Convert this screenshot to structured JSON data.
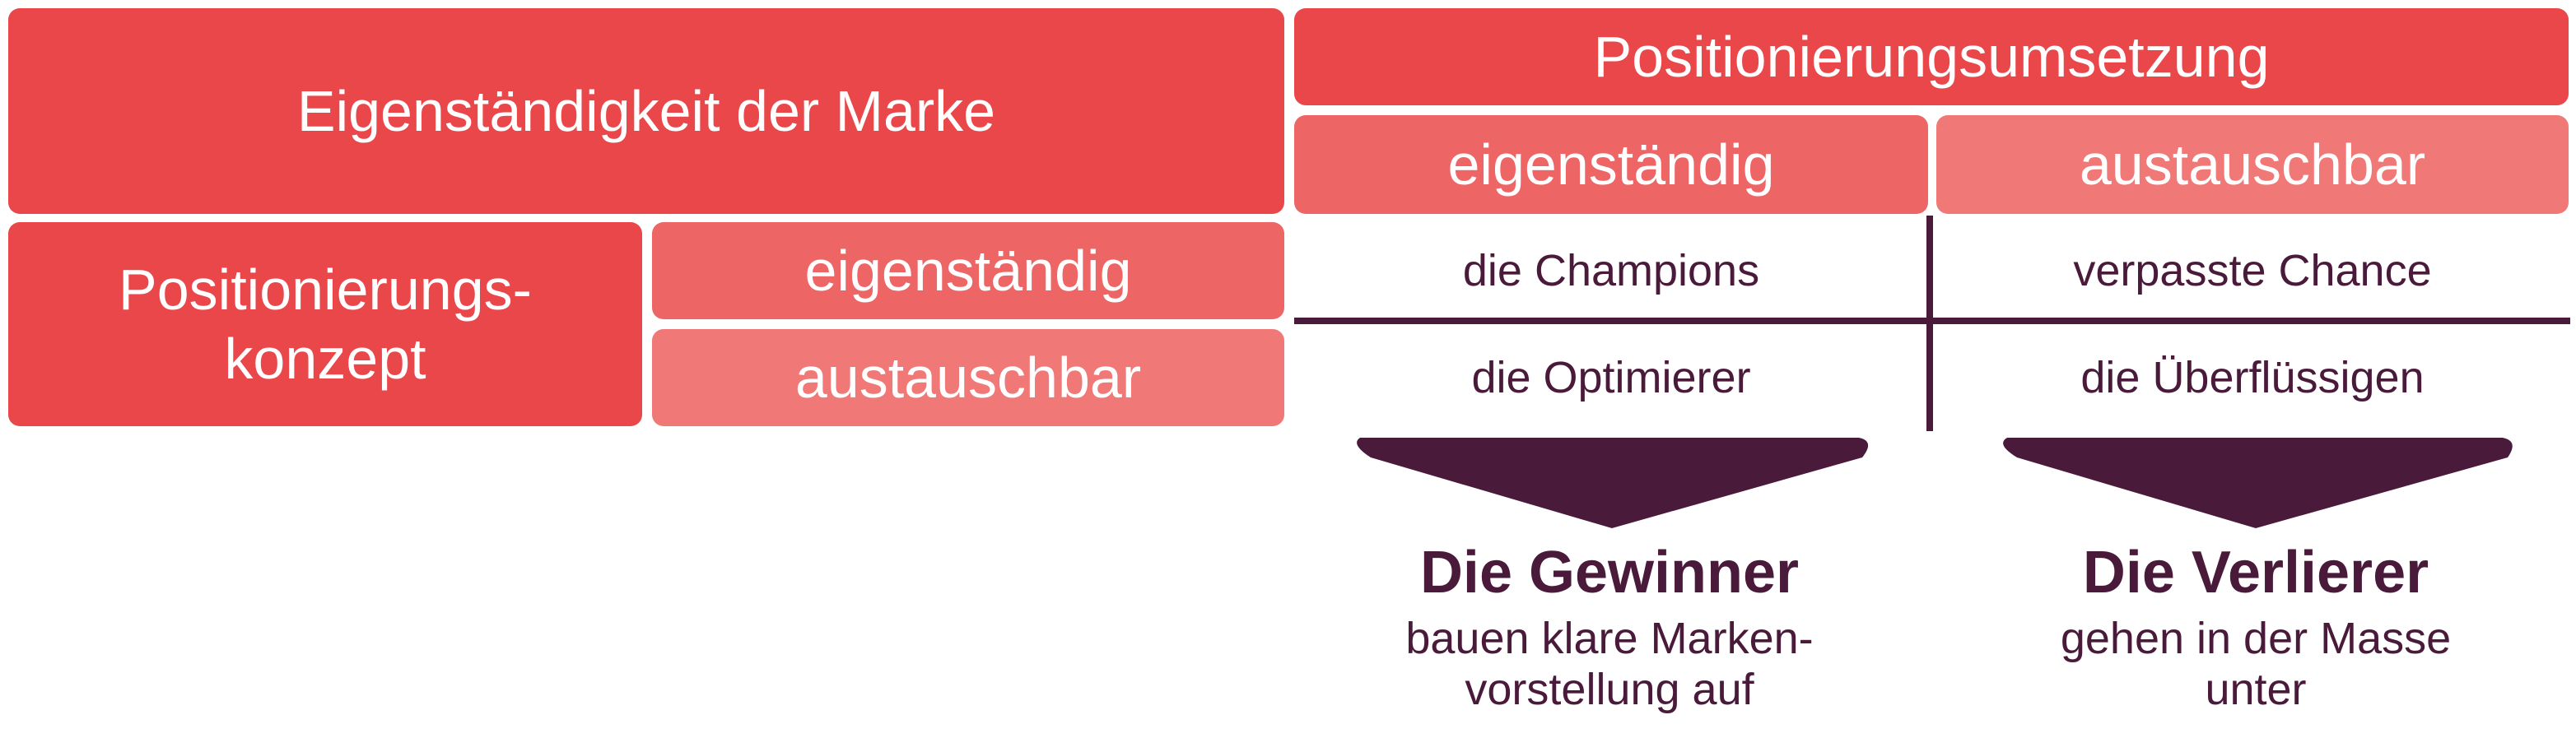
{
  "header": {
    "brand_title": "Eigenständigkeit der Marke",
    "implementation_title": "Positionierungsumsetzung",
    "implementation_eigen": "eigenständig",
    "implementation_aus": "austauschbar"
  },
  "concept": {
    "title": "Positionierungs-\nkonzept",
    "eigen": "eigenständig",
    "aus": "austauschbar"
  },
  "matrix": {
    "champions": "die Champions",
    "chance": "verpasste Chance",
    "optimierer": "die Optimierer",
    "ueberfluessig": "die Überflüssigen"
  },
  "results": {
    "winner_title": "Die Gewinner",
    "winner_sub": "bauen klare Marken-\nvorstellung auf",
    "loser_title": "Die Verlierer",
    "loser_sub": "gehen in der Masse\nunter"
  },
  "colors": {
    "red": "#e9474a",
    "mid_red": "#ee6566",
    "light_red": "#f07876",
    "dark_purple": "#4a1a3a"
  }
}
